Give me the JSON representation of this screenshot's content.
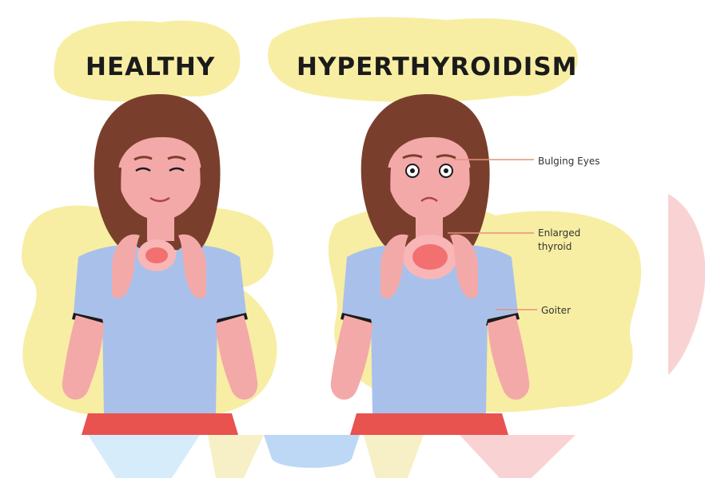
{
  "panels": {
    "healthy": {
      "title": "HEALTHY"
    },
    "hyperthyroidism": {
      "title": "HYPERTHYROIDISM"
    }
  },
  "labels": {
    "bulging_eyes": "Bulging Eyes",
    "enlarged_thyroid_line1": "Enlarged",
    "enlarged_thyroid_line2": "thyroid",
    "goiter": "Goiter"
  },
  "colors": {
    "blob": "#f7eea3",
    "hair": "#7a3f2c",
    "skin": "#f4a9a9",
    "shirt": "#a9c1ea",
    "skirt": "#e8524f",
    "thyroid": "#f27070",
    "pointer_line": "#e7917a"
  }
}
